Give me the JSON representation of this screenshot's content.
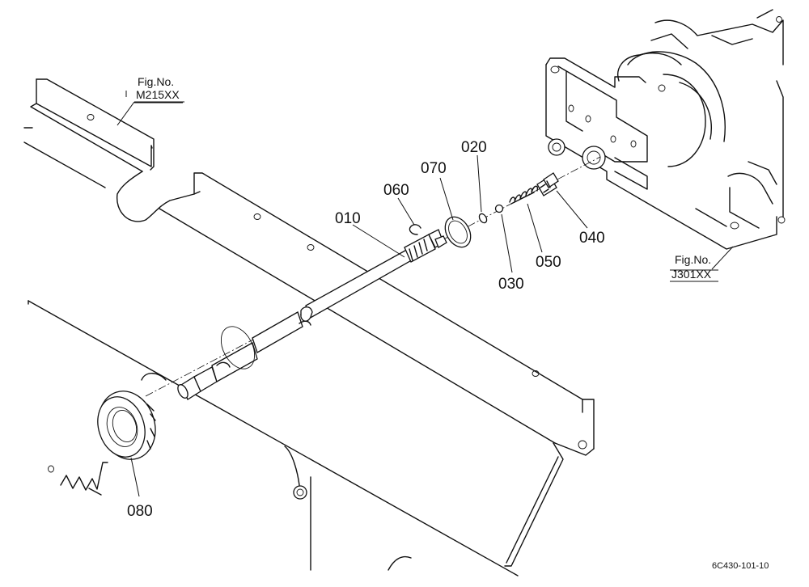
{
  "callouts": {
    "p010": "010",
    "p020": "020",
    "p030": "030",
    "p040": "040",
    "p050": "050",
    "p060": "060",
    "p070": "070",
    "p080": "080"
  },
  "fig_refs": {
    "ref1": {
      "label": "Fig.No.",
      "code": "M215XX"
    },
    "ref2": {
      "label": "Fig.No.",
      "code": "J301XX"
    }
  },
  "doc_id": "6C430-101-10"
}
